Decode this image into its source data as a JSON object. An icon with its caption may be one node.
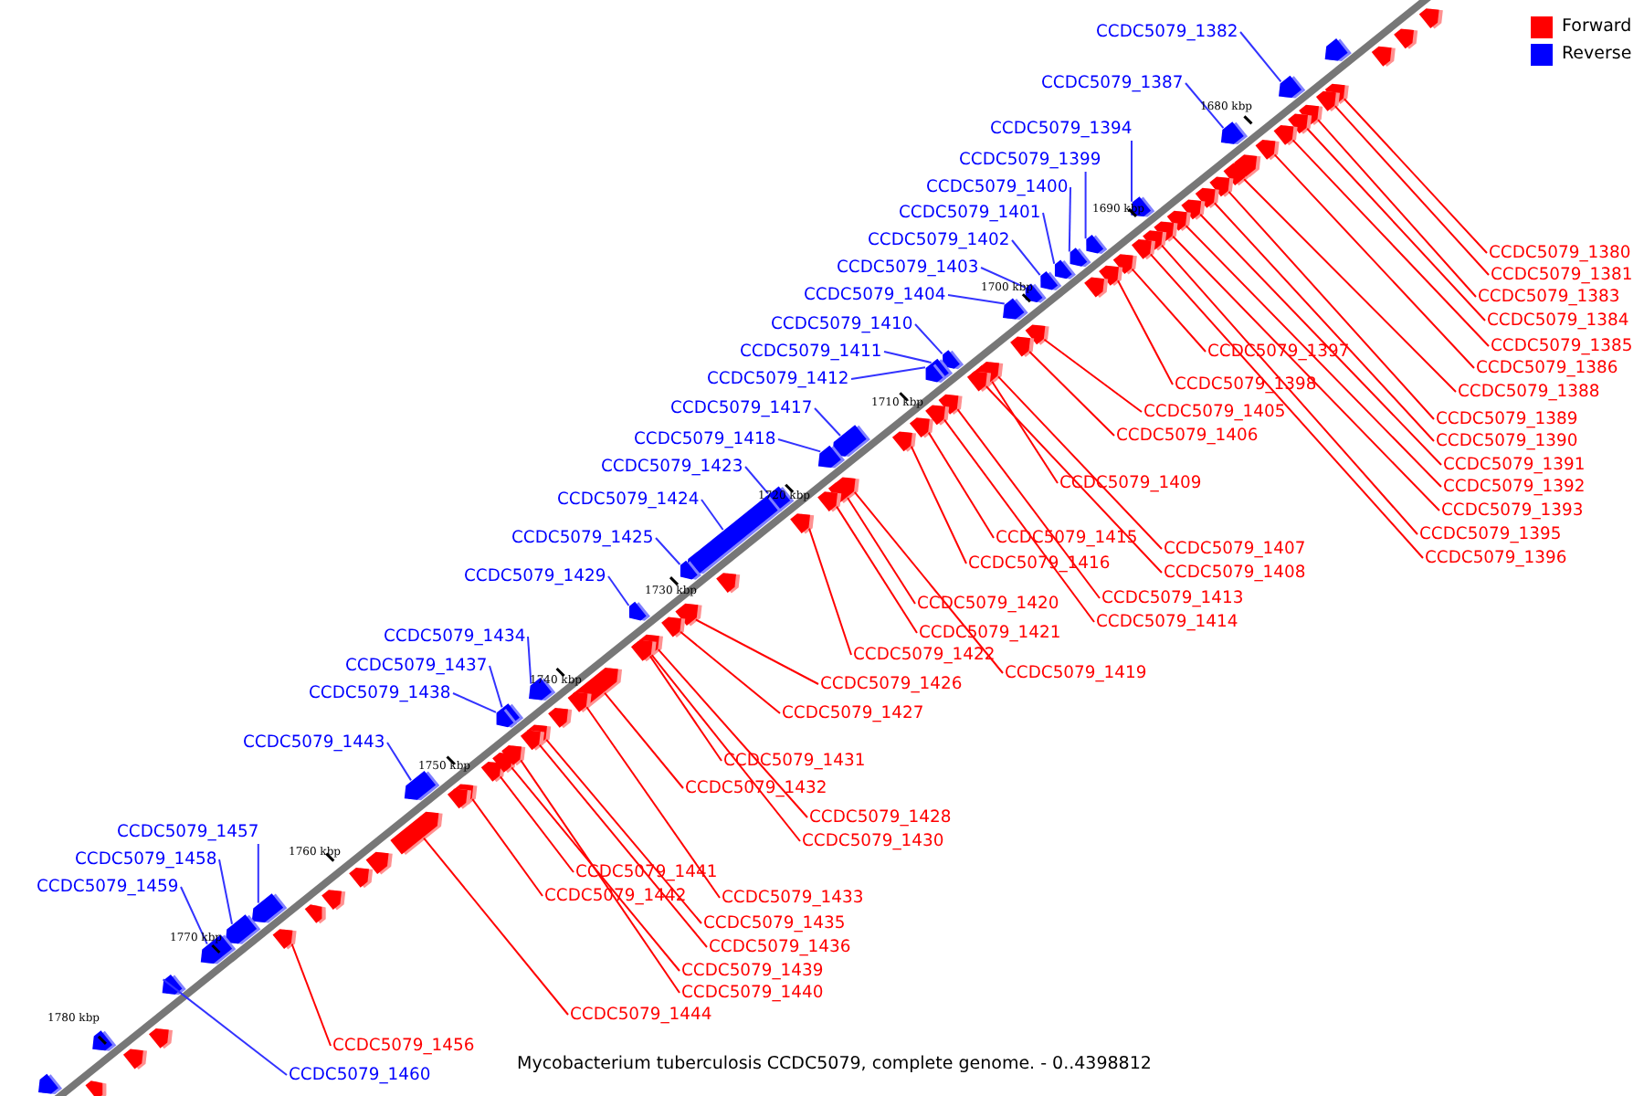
{
  "diagram": {
    "caption": "Mycobacterium tuberculosis CCDC5079, complete genome. - 0..4398812",
    "nodes": [
      {
        "text": [
          "CCDC5079_1382"
        ]
      },
      {
        "text": [
          "CCDC5079_1387"
        ]
      },
      {
        "text": [
          "CCDC5079_1394"
        ]
      },
      {
        "text": [
          "CCDC5079_1399"
        ]
      },
      {
        "text": [
          "CCDC5079_1400"
        ]
      },
      {
        "text": [
          "CCDC5079_1401"
        ]
      },
      {
        "text": [
          "CCDC5079_1402"
        ]
      },
      {
        "text": [
          "CCDC5079_1403"
        ]
      },
      {
        "text": [
          "CCDC5079_1404"
        ]
      },
      {
        "text": [
          "CCDC5079_1410"
        ]
      },
      {
        "text": [
          "CCDC5079_1411"
        ]
      },
      {
        "text": [
          "CCDC5079_1412"
        ]
      },
      {
        "text": [
          "CCDC5079_1417"
        ]
      },
      {
        "text": [
          "CCDC5079_1418"
        ]
      },
      {
        "text": [
          "CCDC5079_1423"
        ]
      },
      {
        "text": [
          "CCDC5079_1424"
        ]
      },
      {
        "text": [
          "CCDC5079_1425"
        ]
      },
      {
        "text": [
          "CCDC5079_1429"
        ]
      },
      {
        "text": [
          "CCDC5079_1434"
        ]
      },
      {
        "text": [
          "CCDC5079_1437"
        ]
      },
      {
        "text": [
          "CCDC5079_1438"
        ]
      },
      {
        "text": [
          "CCDC5079_1443"
        ]
      },
      {
        "text": [
          "CCDC5079_1457"
        ]
      },
      {
        "text": [
          "CCDC5079_1458"
        ]
      },
      {
        "text": [
          "CCDC5079_1459"
        ]
      },
      {
        "text": [
          "CCDC5079_1460"
        ]
      },
      {
        "text": [
          "CCDC5079_1380"
        ]
      },
      {
        "text": [
          "CCDC5079_1381"
        ]
      },
      {
        "text": [
          "CCDC5079_1383"
        ]
      },
      {
        "text": [
          "CCDC5079_1384"
        ]
      },
      {
        "text": [
          "CCDC5079_1385"
        ]
      },
      {
        "text": [
          "CCDC5079_1386"
        ]
      },
      {
        "text": [
          "CCDC5079_1388"
        ]
      },
      {
        "text": [
          "CCDC5079_1389"
        ]
      },
      {
        "text": [
          "CCDC5079_1390"
        ]
      },
      {
        "text": [
          "CCDC5079_1391"
        ]
      },
      {
        "text": [
          "CCDC5079_1392"
        ]
      },
      {
        "text": [
          "CCDC5079_1393"
        ]
      },
      {
        "text": [
          "CCDC5079_1395"
        ]
      },
      {
        "text": [
          "CCDC5079_1396"
        ]
      },
      {
        "text": [
          "CCDC5079_1397"
        ]
      },
      {
        "text": [
          "CCDC5079_1398"
        ]
      },
      {
        "text": [
          "CCDC5079_1405"
        ]
      },
      {
        "text": [
          "CCDC5079_1406"
        ]
      },
      {
        "text": [
          "CCDC5079_1409"
        ]
      },
      {
        "text": [
          "CCDC5079_1415"
        ]
      },
      {
        "text": [
          "CCDC5079_1416"
        ]
      },
      {
        "text": [
          "CCDC5079_1407"
        ]
      },
      {
        "text": [
          "CCDC5079_1408"
        ]
      },
      {
        "text": [
          "CCDC5079_1413"
        ]
      },
      {
        "text": [
          "CCDC5079_1414"
        ]
      },
      {
        "text": [
          "CCDC5079_1420"
        ]
      },
      {
        "text": [
          "CCDC5079_1421"
        ]
      },
      {
        "text": [
          "CCDC5079_1422"
        ]
      },
      {
        "text": [
          "CCDC5079_1419"
        ]
      },
      {
        "text": [
          "CCDC5079_1426"
        ]
      },
      {
        "text": [
          "CCDC5079_1427"
        ]
      },
      {
        "text": [
          "CCDC5079_1431"
        ]
      },
      {
        "text": [
          "CCDC5079_1432"
        ]
      },
      {
        "text": [
          "CCDC5079_1428"
        ]
      },
      {
        "text": [
          "CCDC5079_1430"
        ]
      },
      {
        "text": [
          "CCDC5079_1441"
        ]
      },
      {
        "text": [
          "CCDC5079_1433"
        ]
      },
      {
        "text": [
          "CCDC5079_1442"
        ]
      },
      {
        "text": [
          "CCDC5079_1435"
        ]
      },
      {
        "text": [
          "CCDC5079_1436"
        ]
      },
      {
        "text": [
          "CCDC5079_1439"
        ]
      },
      {
        "text": [
          "CCDC5079_1440"
        ]
      },
      {
        "text": [
          "CCDC5079_1444"
        ]
      },
      {
        "text": [
          "CCDC5079_1456"
        ]
      },
      {
        "text": [],
        "shape": "pentagon"
      },
      {
        "text": [],
        "shape": "pentagon"
      },
      {
        "text": [],
        "shape": "pentagon"
      },
      {
        "text": [],
        "shape": "pentagon"
      },
      {
        "text": [],
        "shape": "pentagon"
      },
      {
        "text": [],
        "shape": "pentagon"
      },
      {
        "text": [],
        "shape": "pentagon"
      },
      {
        "text": [],
        "shape": "pentagon"
      },
      {
        "text": [],
        "shape": "pentagon"
      },
      {
        "text": [],
        "shape": "pentagon"
      },
      {
        "text": [],
        "shape": "pentagon"
      },
      {
        "text": [],
        "shape": "pentagon"
      },
      {
        "text": [],
        "shape": "pentagon"
      },
      {
        "text": [],
        "shape": "pentagon"
      },
      {
        "text": [],
        "shape": "pentagon"
      },
      {
        "text": [],
        "shape": "pentagon"
      },
      {
        "text": [],
        "shape": "pentagon"
      },
      {
        "text": [],
        "shape": "pentagon"
      },
      {
        "text": [],
        "shape": "pentagon"
      },
      {
        "text": [],
        "shape": "pentagon"
      },
      {
        "text": [],
        "shape": "pentagon"
      },
      {
        "text": [],
        "shape": "pentagon"
      },
      {
        "text": [],
        "shape": "pentagon"
      },
      {
        "text": [],
        "shape": "pentagon"
      },
      {
        "text": [],
        "shape": "pentagon"
      },
      {
        "text": [],
        "shape": "pentagon"
      },
      {
        "text": [],
        "shape": "pentagon"
      },
      {
        "text": [],
        "shape": "pentagon"
      },
      {
        "text": [],
        "shape": "pentagon"
      },
      {
        "text": [],
        "shape": "pentagon"
      },
      {
        "text": [],
        "shape": "pentagon"
      },
      {
        "text": [],
        "shape": "pentagon"
      },
      {
        "text": [],
        "shape": "pentagon"
      },
      {
        "text": [],
        "shape": "pentagon"
      },
      {
        "text": [],
        "shape": "pentagon"
      },
      {
        "text": [],
        "shape": "pentagon"
      },
      {
        "text": [],
        "shape": "pentagon"
      },
      {
        "text": [],
        "shape": "pentagon"
      },
      {
        "text": [],
        "shape": "pentagon"
      },
      {
        "text": [],
        "shape": "pentagon"
      },
      {
        "text": [],
        "shape": "pentagon"
      },
      {
        "text": [],
        "shape": "pentagon"
      },
      {
        "text": [],
        "shape": "pentagon"
      },
      {
        "text": [],
        "shape": "pentagon"
      },
      {
        "text": [],
        "shape": "pentagon"
      },
      {
        "text": [],
        "shape": "pentagon"
      },
      {
        "text": [],
        "shape": "pentagon"
      },
      {
        "text": [],
        "shape": "pentagon"
      },
      {
        "text": [],
        "shape": "pentagon"
      },
      {
        "text": [],
        "shape": "pentagon"
      },
      {
        "text": [],
        "shape": "pentagon"
      },
      {
        "text": [],
        "shape": "pentagon"
      },
      {
        "text": [],
        "shape": "pentagon"
      },
      {
        "text": [],
        "shape": "pentagon"
      },
      {
        "text": [],
        "shape": "pentagon"
      },
      {
        "text": [],
        "shape": "pentagon"
      },
      {
        "text": [],
        "shape": "pentagon"
      },
      {
        "text": [],
        "shape": "pentagon"
      },
      {
        "text": [],
        "shape": "pentagon"
      },
      {
        "text": [],
        "shape": "pentagon"
      },
      {
        "text": [],
        "shape": "pentagon"
      },
      {
        "text": [],
        "shape": "pentagon"
      },
      {
        "text": [],
        "shape": "pentagon"
      },
      {
        "text": [],
        "shape": "pentagon"
      },
      {
        "text": [],
        "shape": "pentagon"
      },
      {
        "text": [],
        "shape": "pentagon"
      },
      {
        "text": [],
        "shape": "pentagon"
      },
      {
        "text": [],
        "shape": "pentagon"
      },
      {
        "text": [],
        "shape": "pentagon"
      },
      {
        "text": [],
        "shape": "pentagon"
      },
      {
        "text": [],
        "shape": "pentagon"
      },
      {
        "text": [],
        "shape": "pentagon"
      },
      {
        "text": [],
        "shape": "pentagon"
      },
      {
        "text": [],
        "shape": "pentagon"
      },
      {
        "text": [],
        "shape": "pentagon"
      },
      {
        "text": [],
        "shape": "pentagon"
      },
      {
        "text": [],
        "shape": "pentagon"
      },
      {
        "text": [],
        "shape": "pentagon"
      },
      {
        "text": [],
        "shape": "pentagon"
      },
      {
        "text": [],
        "shape": "pentagon"
      },
      {
        "text": [],
        "shape": "pentagon"
      },
      {
        "text": [],
        "shape": "pentagon"
      },
      {
        "text": [],
        "shape": "pentagon"
      },
      {
        "text": [],
        "shape": "pentagon"
      },
      {
        "text": [],
        "shape": "pentagon"
      },
      {
        "text": [],
        "shape": "pentagon"
      },
      {
        "text": [],
        "shape": "pentagon"
      },
      {
        "text": [],
        "shape": "pentagon"
      }
    ],
    "edges": [
      {
        "from": 0,
        "to": 70,
        "arrow": "none",
        "color": "#3333ff"
      },
      {
        "from": 1,
        "to": 71,
        "arrow": "none",
        "color": "#3333ff"
      },
      {
        "from": 2,
        "to": 72,
        "arrow": "none",
        "color": "#3333ff"
      },
      {
        "from": 3,
        "to": 73,
        "arrow": "none",
        "color": "#3333ff"
      },
      {
        "from": 4,
        "to": 74,
        "arrow": "none",
        "color": "#3333ff"
      },
      {
        "from": 5,
        "to": 75,
        "arrow": "none",
        "color": "#3333ff"
      },
      {
        "from": 6,
        "to": 76,
        "arrow": "none",
        "color": "#3333ff"
      },
      {
        "from": 7,
        "to": 77,
        "arrow": "none",
        "color": "#3333ff"
      },
      {
        "from": 8,
        "to": 78,
        "arrow": "none",
        "color": "#3333ff"
      },
      {
        "from": 9,
        "to": 79,
        "arrow": "none",
        "color": "#3333ff"
      },
      {
        "from": 10,
        "to": 80,
        "arrow": "none",
        "color": "#3333ff"
      },
      {
        "from": 11,
        "to": 81,
        "arrow": "none",
        "color": "#3333ff"
      },
      {
        "from": 12,
        "to": 82,
        "arrow": "none",
        "color": "#3333ff"
      },
      {
        "from": 13,
        "to": 83,
        "arrow": "none",
        "color": "#3333ff"
      },
      {
        "from": 14,
        "to": 84,
        "arrow": "none",
        "color": "#3333ff"
      },
      {
        "from": 15,
        "to": 85,
        "arrow": "none",
        "color": "#3333ff"
      },
      {
        "from": 16,
        "to": 86,
        "arrow": "none",
        "color": "#3333ff"
      },
      {
        "from": 17,
        "to": 87,
        "arrow": "none",
        "color": "#3333ff"
      },
      {
        "from": 18,
        "to": 88,
        "arrow": "none",
        "color": "#3333ff"
      },
      {
        "from": 19,
        "to": 89,
        "arrow": "none",
        "color": "#3333ff"
      },
      {
        "from": 20,
        "to": 90,
        "arrow": "none",
        "color": "#3333ff"
      },
      {
        "from": 21,
        "to": 91,
        "arrow": "none",
        "color": "#3333ff"
      },
      {
        "from": 22,
        "to": 92,
        "arrow": "none",
        "color": "#3333ff"
      },
      {
        "from": 23,
        "to": 93,
        "arrow": "none",
        "color": "#3333ff"
      },
      {
        "from": 24,
        "to": 94,
        "arrow": "none",
        "color": "#3333ff"
      },
      {
        "from": 25,
        "to": 95,
        "arrow": "none",
        "color": "#3333ff"
      },
      {
        "from": 26,
        "to": 96,
        "arrow": "none"
      },
      {
        "from": 27,
        "to": 97,
        "arrow": "none"
      },
      {
        "from": 28,
        "to": 98,
        "arrow": "none"
      },
      {
        "from": 29,
        "to": 99,
        "arrow": "none"
      },
      {
        "from": 30,
        "to": 100,
        "arrow": "none"
      },
      {
        "from": 31,
        "to": 101,
        "arrow": "none"
      },
      {
        "from": 32,
        "to": 102,
        "arrow": "none"
      },
      {
        "from": 33,
        "to": 103,
        "arrow": "none"
      },
      {
        "from": 34,
        "to": 104,
        "arrow": "none"
      },
      {
        "from": 35,
        "to": 105,
        "arrow": "none"
      },
      {
        "from": 36,
        "to": 106,
        "arrow": "none"
      },
      {
        "from": 37,
        "to": 107,
        "arrow": "none"
      },
      {
        "from": 38,
        "to": 108,
        "arrow": "none"
      },
      {
        "from": 39,
        "to": 109,
        "arrow": "none"
      },
      {
        "from": 40,
        "to": 110,
        "arrow": "none"
      },
      {
        "from": 41,
        "to": 111,
        "arrow": "none"
      },
      {
        "from": 42,
        "to": 112,
        "arrow": "none"
      },
      {
        "from": 43,
        "to": 113,
        "arrow": "none"
      },
      {
        "from": 44,
        "to": 114,
        "arrow": "none"
      },
      {
        "from": 45,
        "to": 115,
        "arrow": "none"
      },
      {
        "from": 46,
        "to": 116,
        "arrow": "none"
      },
      {
        "from": 47,
        "to": 117,
        "arrow": "none"
      },
      {
        "from": 48,
        "to": 118,
        "arrow": "none"
      },
      {
        "from": 49,
        "to": 119,
        "arrow": "none"
      },
      {
        "from": 50,
        "to": 120,
        "arrow": "none"
      },
      {
        "from": 51,
        "to": 121,
        "arrow": "none"
      },
      {
        "from": 52,
        "to": 122,
        "arrow": "none"
      },
      {
        "from": 53,
        "to": 123,
        "arrow": "none"
      },
      {
        "from": 54,
        "to": 124,
        "arrow": "none"
      },
      {
        "from": 55,
        "to": 125,
        "arrow": "none"
      },
      {
        "from": 56,
        "to": 126,
        "arrow": "none"
      },
      {
        "from": 57,
        "to": 127,
        "arrow": "none"
      },
      {
        "from": 58,
        "to": 128,
        "arrow": "none"
      },
      {
        "from": 59,
        "to": 129,
        "arrow": "none"
      },
      {
        "from": 60,
        "to": 130,
        "arrow": "none"
      },
      {
        "from": 61,
        "to": 131,
        "arrow": "none"
      },
      {
        "from": 62,
        "to": 132,
        "arrow": "none"
      },
      {
        "from": 63,
        "to": 133,
        "arrow": "none"
      },
      {
        "from": 64,
        "to": 134,
        "arrow": "none"
      },
      {
        "from": 65,
        "to": 135,
        "arrow": "none"
      },
      {
        "from": 66,
        "to": 136,
        "arrow": "none"
      },
      {
        "from": 67,
        "to": 137,
        "arrow": "none"
      },
      {
        "from": 68,
        "to": 138,
        "arrow": "none"
      },
      {
        "from": 69,
        "to": 139,
        "arrow": "none"
      }
    ],
    "labels": [
      "1680 kbp",
      "1690 kbp",
      "1700 kbp",
      "1710 kbp",
      "1720 kbp",
      "1730 kbp",
      "1740 kbp",
      "1750 kbp",
      "1760 kbp",
      "1770 kbp",
      "1780 kbp"
    ],
    "legend": [
      {
        "text": "Forward",
        "color": "#ff0000"
      },
      {
        "text": "Reverse",
        "color": "#0000ff"
      }
    ]
  }
}
